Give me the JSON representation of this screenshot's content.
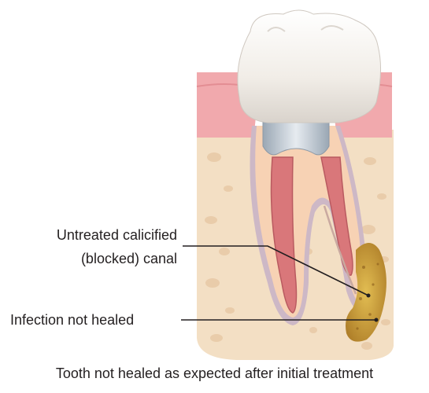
{
  "labels": {
    "canal_line1": "Untreated calicified",
    "canal_line2": "(blocked) canal",
    "infection": "Infection not healed"
  },
  "caption": "Tooth not healed as expected after initial treatment",
  "colors": {
    "bone": "#f3dfc4",
    "bone_pores": "#e9cba8",
    "gum": "#f1a9ad",
    "tooth_crown": "#f4f0ea",
    "dentin": "#f7d2b4",
    "root_canal_fill": "#d9777a",
    "pdl": "#c9b7c2",
    "core": "#c9d2dc",
    "infection": "#c99a3c",
    "leader": "#231f20"
  },
  "icons": {
    "tooth": "tooth-cross-section-illustration"
  }
}
